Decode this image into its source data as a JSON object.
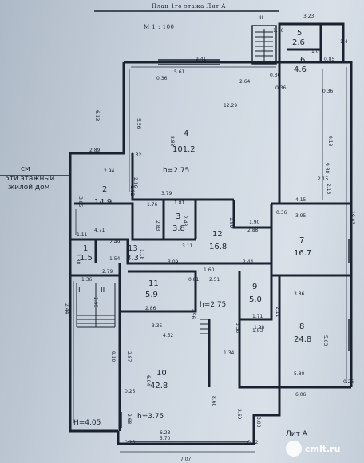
{
  "title": "План 1го этажа Лит А",
  "scale": "М 1 : 100",
  "lit_corner": "Лит А",
  "stair_roman": "III",
  "neighbor": {
    "cm": "см",
    "line1": "5ти этажный",
    "line2": "жилой дом"
  },
  "total_height": "H=4,05",
  "watermark": "cmlt.ru",
  "rooms": [
    {
      "num": "4",
      "area": "101.2"
    },
    {
      "num": "2",
      "area": "14.9"
    },
    {
      "num": "3",
      "area": "3.8"
    },
    {
      "num": "12",
      "area": "16.8"
    },
    {
      "num": "7",
      "area": "16.7"
    },
    {
      "num": "1",
      "area": "1.5"
    },
    {
      "num": "13",
      "area": "3.3"
    },
    {
      "num": "11",
      "area": "5.9"
    },
    {
      "num": "9",
      "area": "5.0"
    },
    {
      "num": "8",
      "area": "24.8"
    },
    {
      "num": "10",
      "area": "42.8"
    },
    {
      "num": "5",
      "area": "2.6"
    },
    {
      "num": "6",
      "area": "4.6"
    }
  ],
  "heights": [
    "h=2.75",
    "h=2.75",
    "h=3.75"
  ],
  "stairs": [
    "I",
    "II"
  ],
  "dimensions": [
    "9.41",
    "5.61",
    "2.64",
    "0.36",
    "0.36",
    "6.13",
    "5.56",
    "8.83",
    "12.29",
    "0.36",
    "0.32",
    "2.89",
    "2.94",
    "3.85",
    "2.16",
    "1.82",
    "3.79",
    "1.76",
    "1.81",
    "2.83",
    "2.48",
    "1.59",
    "1.90",
    "0.36",
    "2.88",
    "4.71",
    "2.49",
    "3.11",
    "1.11",
    "1.38",
    "1.54",
    "2.79",
    "1.36",
    "1.18",
    "2.44",
    "2.99",
    "3.09",
    "1.60",
    "0.81",
    "2.51",
    "2.44",
    "1.71",
    "2.56",
    "3.35",
    "1.98",
    "1.34",
    "5.50",
    "1.83",
    "2.11",
    "2.86",
    "4.52",
    "2.87",
    "6.04",
    "8.60",
    "2.69",
    "3.03",
    "9.10",
    "2.68",
    "0.25",
    "6.28",
    "5.70",
    "7.07",
    "0.25",
    "0.12",
    "5.80",
    "6.06",
    "0.25",
    "3.86",
    "5.03",
    "4.15",
    "3.95",
    "2.15",
    "19.83",
    "9.18",
    "9.38",
    "0.36",
    "2.15",
    "3.23",
    "1.4",
    "1.07",
    "0.85",
    "1.76"
  ]
}
